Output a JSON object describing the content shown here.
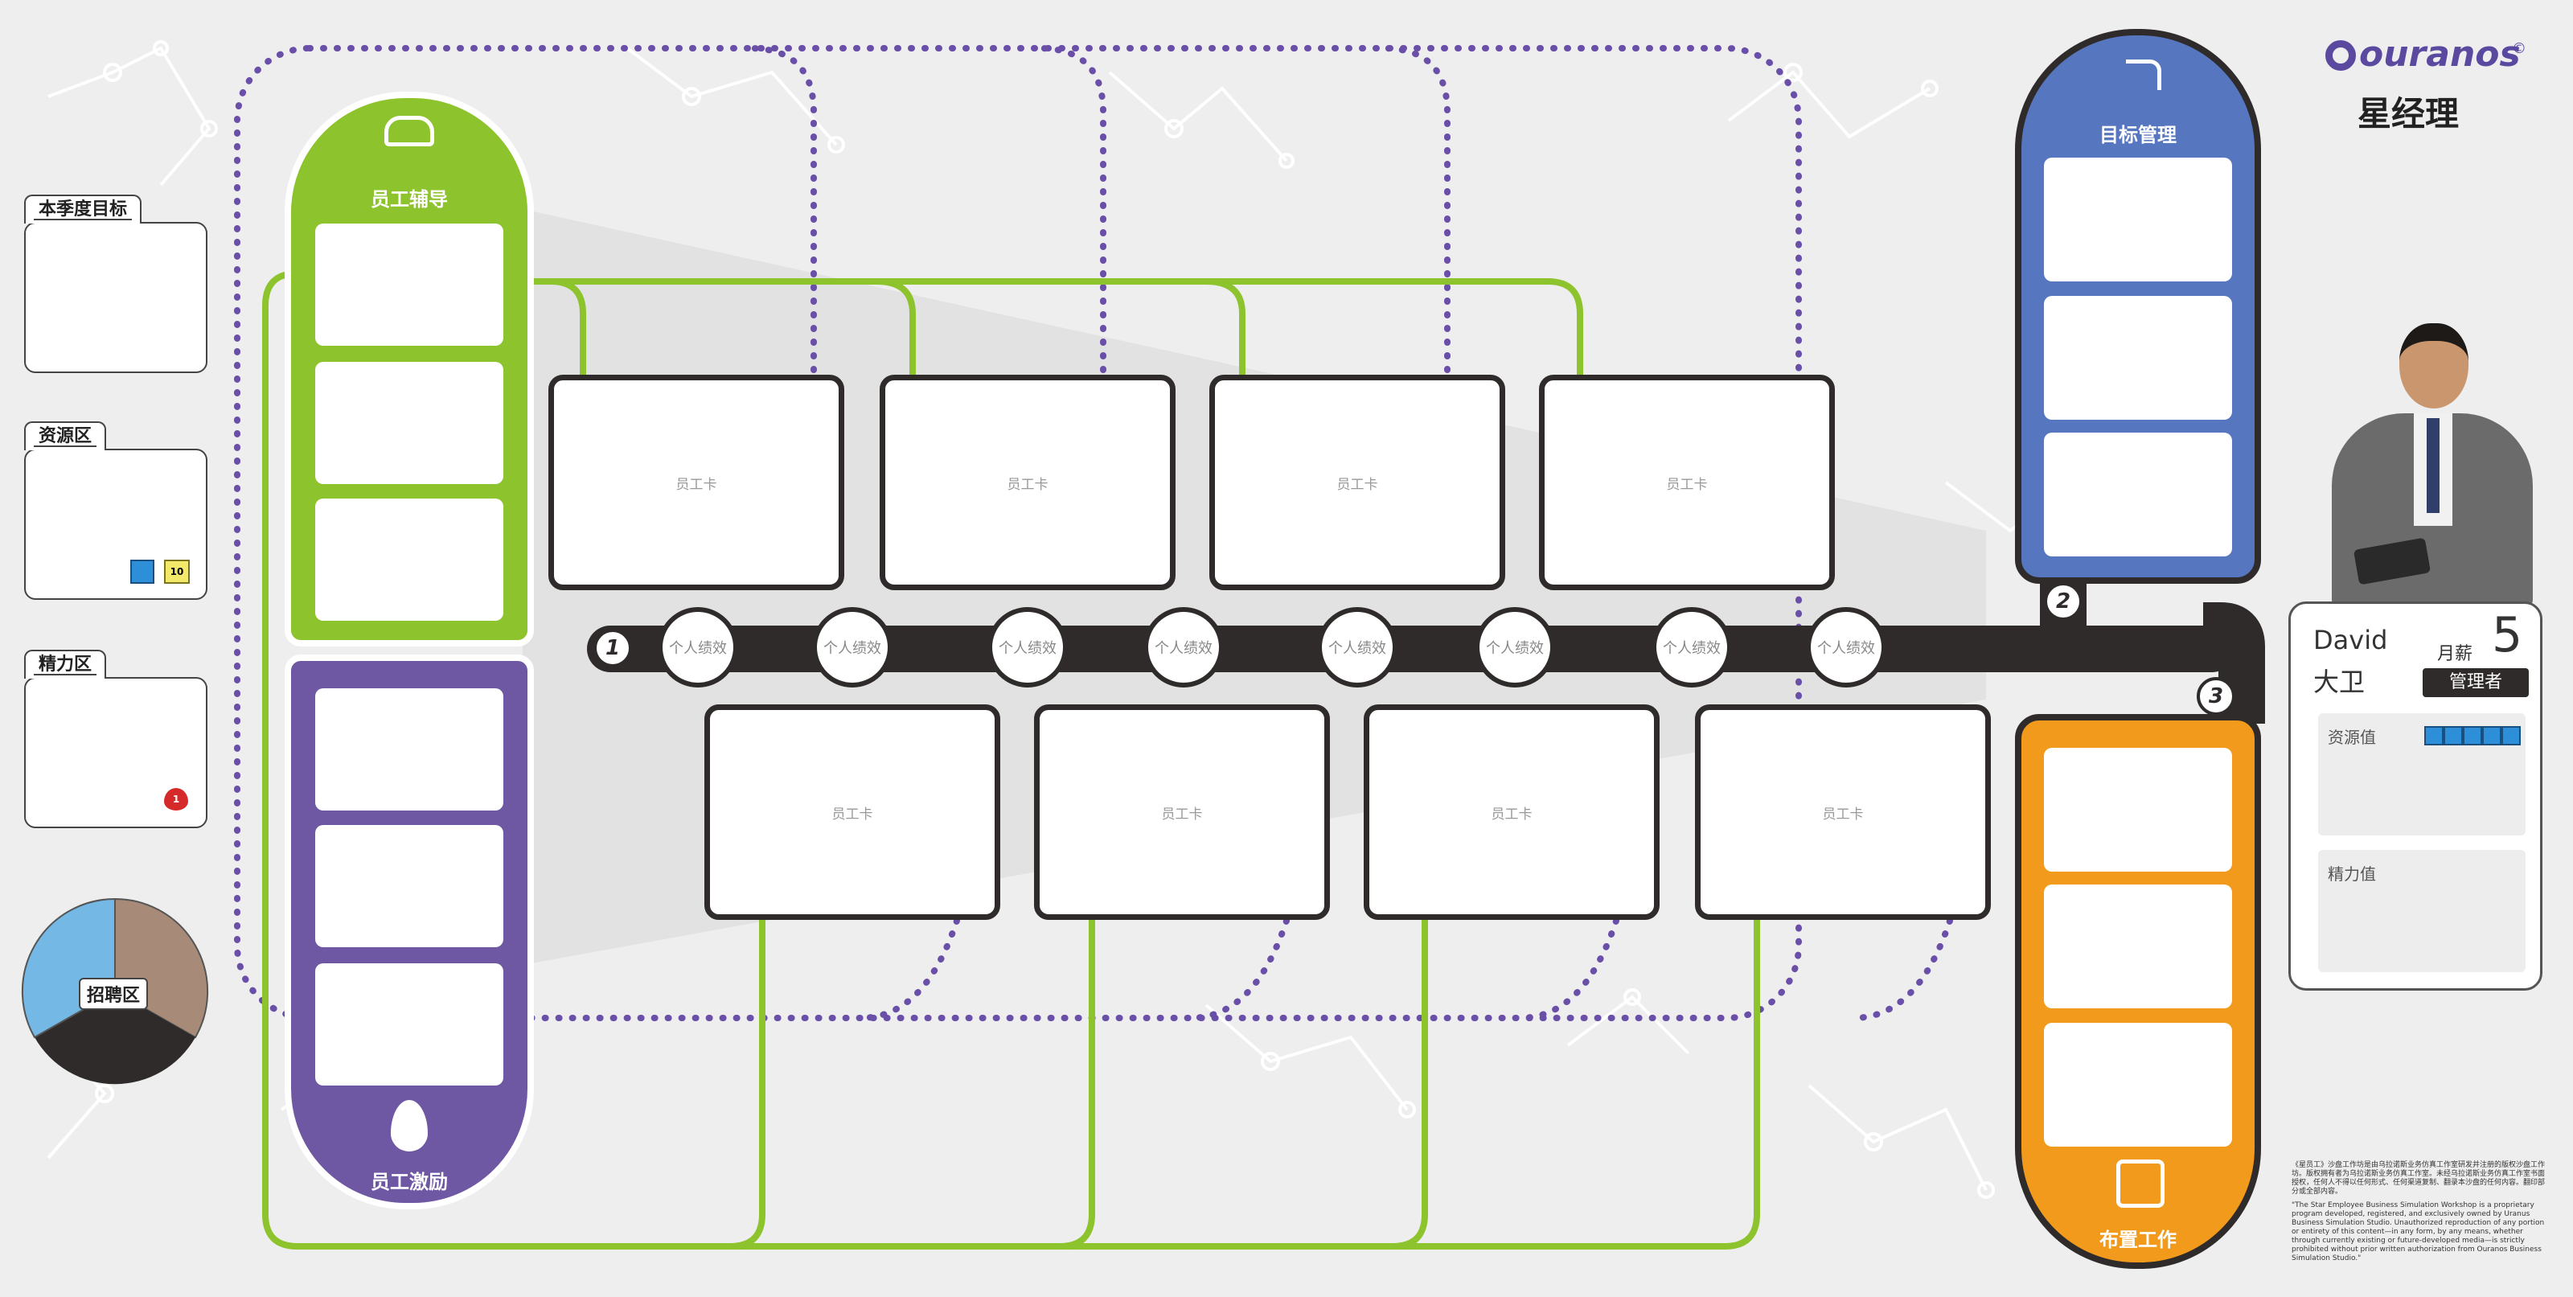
{
  "brand": {
    "name": "ouranos",
    "copyright_mark": "©",
    "subtitle": "星经理"
  },
  "left_zones": [
    {
      "label": "本季度目标"
    },
    {
      "label": "资源区",
      "chip": "10"
    },
    {
      "label": "精力区",
      "chip": "1"
    }
  ],
  "recruit_zone": {
    "label": "招聘区"
  },
  "columns": {
    "coaching": {
      "title": "员工辅导",
      "icon": "handshake-icon",
      "color": "#8dc32c"
    },
    "motivation": {
      "title": "员工激励",
      "icon": "fire-icon",
      "color": "#6e57a3"
    },
    "goal_management": {
      "title": "目标管理",
      "icon": "flag-path-icon",
      "color": "#5676bf"
    },
    "assign_work": {
      "title": "布置工作",
      "icon": "checklist-icon",
      "color": "#f29a1c"
    }
  },
  "employee_card_label": "员工卡",
  "performance_label": "个人绩效",
  "track_steps": [
    "1",
    "2",
    "3"
  ],
  "manager": {
    "name_en": "David",
    "name_cn": "大卫",
    "salary_label": "月薪",
    "salary_value": "5",
    "role": "管理者",
    "resource_label": "资源值",
    "resource_value": 5,
    "energy_label": "精力值"
  },
  "legal": {
    "cn": "《星员工》沙盘工作坊是由乌拉诺斯业务仿真工作室研发并注册的版权沙盘工作坊。版权拥有者为乌拉诺斯业务仿真工作室。未经乌拉诺斯业务仿真工作室书面授权，任何人不得以任何形式、任何渠道复制、翻录本沙盘的任何内容。翻印部分或全部内容。",
    "en": "\"The Star Employee Business Simulation Workshop is a proprietary program developed, registered, and exclusively owned by Uranus Business Simulation Studio. Unauthorized reproduction of any portion or entirety of this content—in any form, by any means, whether through currently existing or future-developed media—is strictly prohibited without prior written authorization from Ouranos Business Simulation Studio.\""
  },
  "colors": {
    "track": "#2e2b2a",
    "green": "#8dc32c",
    "purple": "#6e57a3",
    "blue": "#5676bf",
    "orange": "#f29a1c",
    "dotted": "#6a4fa8",
    "pie_blue": "#74b8e6",
    "pie_brown": "#a88a78",
    "pie_dark": "#2e2b2a"
  }
}
